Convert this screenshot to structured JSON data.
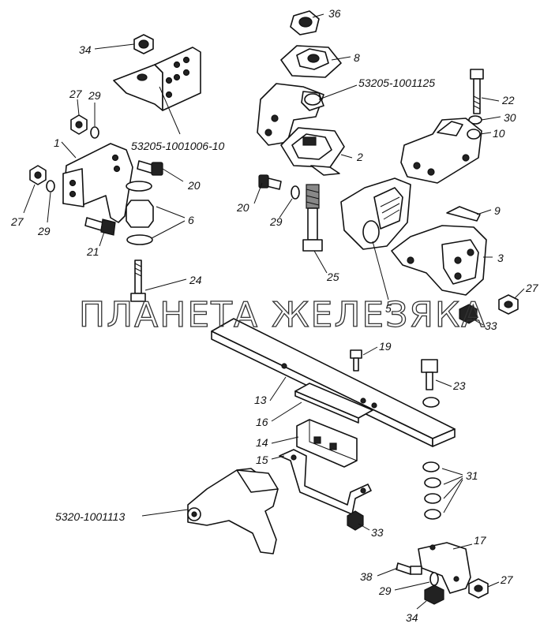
{
  "watermark": "ПЛАНЕТА ЖЕЛЕЗЯКА",
  "labels": {
    "l36": "36",
    "l8": "8",
    "l53205_1001125": "53205-1001125",
    "l34_top": "34",
    "l22": "22",
    "l30": "30",
    "l10": "10",
    "l27_a": "27",
    "l29_a": "29",
    "l53205_1001006": "53205-1001006-10",
    "l1": "1",
    "l2": "2",
    "l20_a": "20",
    "l20_b": "20",
    "l27_b": "27",
    "l29_b": "29",
    "l6": "6",
    "l29_c": "29",
    "l9": "9",
    "l21": "21",
    "l3": "3",
    "l25": "25",
    "l24": "24",
    "l5": "5",
    "l27_c": "27",
    "l33_a": "33",
    "l19": "19",
    "l23": "23",
    "l13": "13",
    "l16": "16",
    "l14": "14",
    "l15": "15",
    "l31": "31",
    "l5320_1001113": "5320-1001113",
    "l33_b": "33",
    "l17": "17",
    "l38": "38",
    "l27_d": "27",
    "l29_d": "29",
    "l34_bottom": "34"
  }
}
